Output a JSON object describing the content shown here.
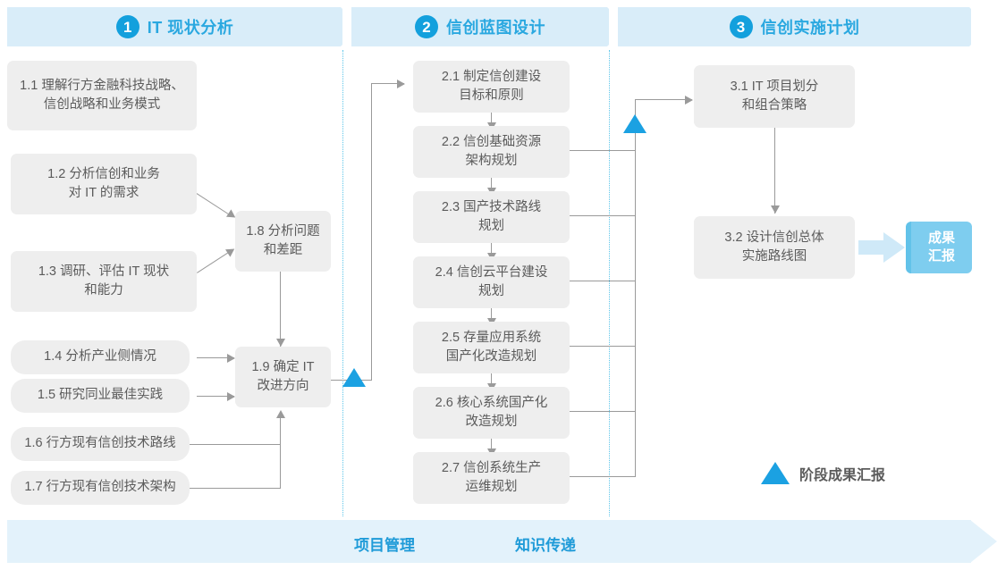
{
  "phases": [
    {
      "number": "1",
      "title": "IT 现状分析"
    },
    {
      "number": "2",
      "title": "信创蓝图设计"
    },
    {
      "number": "3",
      "title": "信创实施计划"
    }
  ],
  "phase1_tasks": [
    {
      "id": "1.1",
      "text": "1.1 理解行方金融科技战略、\n信创战略和业务模式"
    },
    {
      "id": "1.2",
      "text": "1.2 分析信创和业务\n对 IT 的需求"
    },
    {
      "id": "1.3",
      "text": "1.3 调研、评估 IT 现状\n和能力"
    },
    {
      "id": "1.4",
      "text": "1.4 分析产业侧情况"
    },
    {
      "id": "1.5",
      "text": "1.5 研究同业最佳实践"
    },
    {
      "id": "1.6",
      "text": "1.6 行方现有信创技术路线"
    },
    {
      "id": "1.7",
      "text": "1.7 行方现有信创技术架构"
    },
    {
      "id": "1.8",
      "text": "1.8 分析问题\n和差距"
    },
    {
      "id": "1.9",
      "text": "1.9 确定 IT\n改进方向"
    }
  ],
  "phase2_tasks": [
    {
      "id": "2.1",
      "text": "2.1 制定信创建设\n目标和原则"
    },
    {
      "id": "2.2",
      "text": "2.2 信创基础资源\n架构规划"
    },
    {
      "id": "2.3",
      "text": "2.3 国产技术路线\n规划"
    },
    {
      "id": "2.4",
      "text": "2.4 信创云平台建设\n规划"
    },
    {
      "id": "2.5",
      "text": "2.5 存量应用系统\n国产化改造规划"
    },
    {
      "id": "2.6",
      "text": "2.6 核心系统国产化\n改造规划"
    },
    {
      "id": "2.7",
      "text": "2.7 信创系统生产\n运维规划"
    }
  ],
  "phase3_tasks": [
    {
      "id": "3.1",
      "text": "3.1 IT 项目划分\n和组合策略"
    },
    {
      "id": "3.2",
      "text": "3.2 设计信创总体\n实施路线图"
    }
  ],
  "result": {
    "label": "成果\n汇报"
  },
  "legend": {
    "label": "阶段成果汇报"
  },
  "footer": {
    "labels": [
      "项目管理",
      "知识传递"
    ]
  },
  "colors": {
    "banner_bg": "#d9edf9",
    "banner_text": "#2aa8e0",
    "badge": "#13a0dd",
    "box_bg": "#eeeeee",
    "box_text": "#5b5b5b",
    "milestone": "#1ba1e2",
    "result_bg": "#7ecdef",
    "footer_bg": "#e3f2fb",
    "connector": "#9a9a9a",
    "divider": "#5ec6ea"
  }
}
